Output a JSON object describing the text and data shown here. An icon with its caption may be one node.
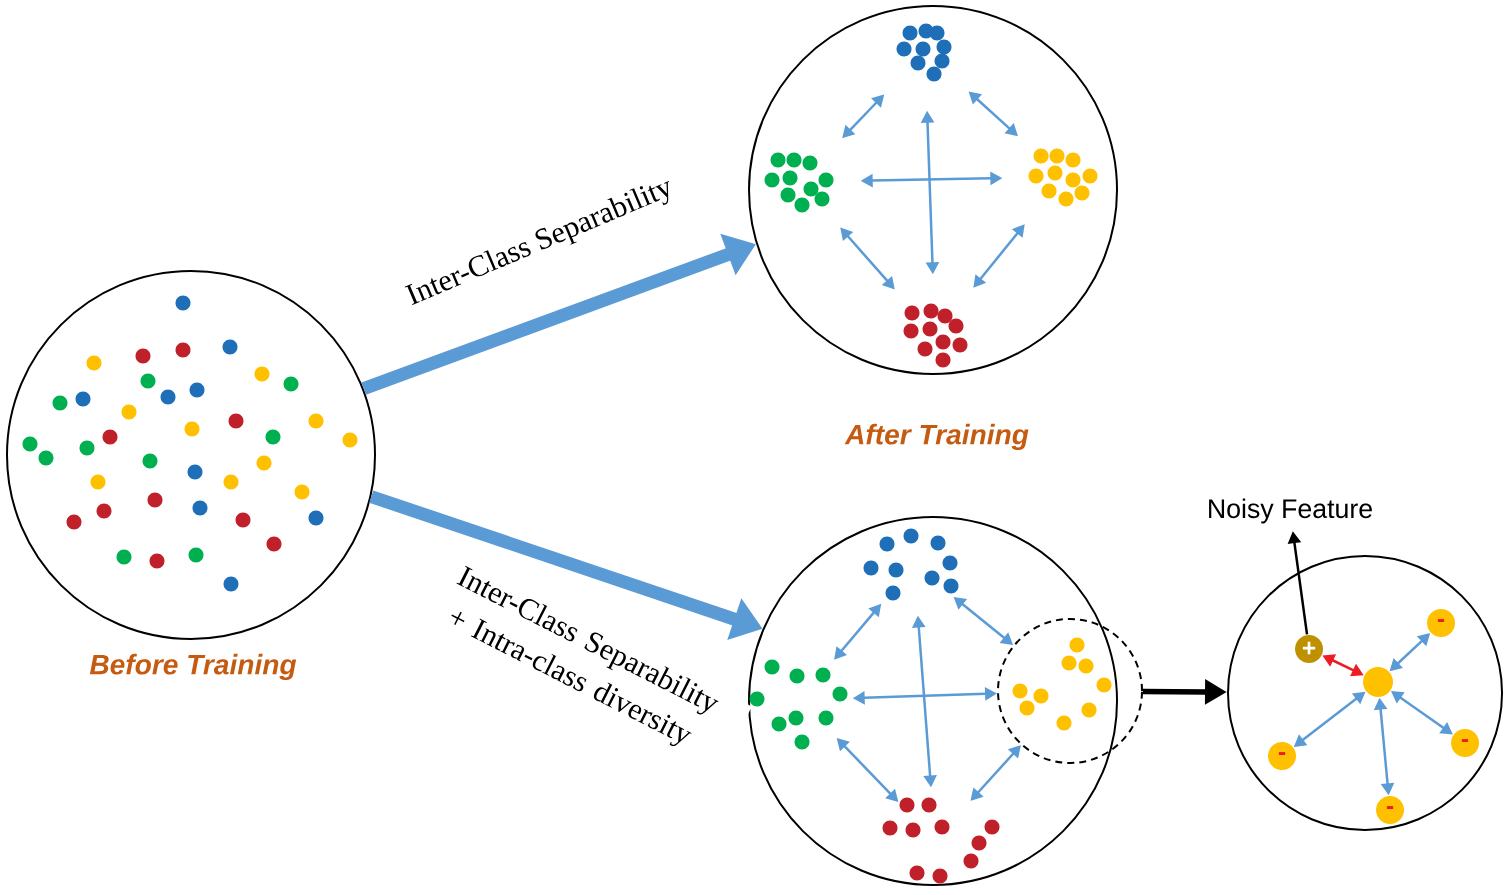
{
  "diagram": {
    "nodes": [
      {
        "text": [
          "Before Training"
        ]
      },
      {
        "text": [
          "After Training"
        ]
      },
      {
        "text": [],
        "shape": "picture",
        "in": 1
      },
      {
        "text": [],
        "shape": "picture",
        "in": 1
      },
      {
        "text": [],
        "shape": "picture",
        "in": 1
      },
      {
        "text": [],
        "shape": "picture",
        "in": 1
      },
      {
        "text": [],
        "shape": "circle"
      },
      {
        "text": [],
        "shape": "picture",
        "in": 6
      },
      {
        "text": [],
        "shape": "picture",
        "in": 6
      },
      {
        "text": [],
        "shape": "circle"
      },
      {
        "text": [],
        "shape": "picture",
        "in": 9
      },
      {
        "text": [],
        "shape": "picture",
        "in": 6
      },
      {
        "text": [],
        "shape": "circle"
      },
      {
        "text": [
          "Noisy Feature"
        ]
      },
      {
        "text": [
          "+"
        ],
        "in": 12
      },
      {
        "text": [],
        "shape": "circle",
        "in": 12
      },
      {
        "text": [
          "-"
        ],
        "in": 12
      },
      {
        "text": [
          "-"
        ],
        "in": 12
      },
      {
        "text": [
          "-"
        ],
        "in": 12
      },
      {
        "text": [
          "-"
        ],
        "in": 12
      }
    ],
    "edges": [
      {
        "from": 0,
        "to": 1,
        "arrow": "to",
        "label": "Inter-Class Separability",
        "style": "thick"
      },
      {
        "from": 0,
        "to": 6,
        "arrow": "to",
        "label": "Inter-Class Separability + Intra-class diversity",
        "style": "thick"
      },
      {
        "from": 2,
        "to": 3,
        "arrow": "both"
      },
      {
        "from": 2,
        "to": 4,
        "arrow": "both"
      },
      {
        "from": 3,
        "to": 5,
        "arrow": "both"
      },
      {
        "from": 4,
        "to": 5,
        "arrow": "both"
      },
      {
        "from": 3,
        "to": 4,
        "arrow": "both"
      },
      {
        "from": 2,
        "to": 5,
        "arrow": "both"
      },
      {
        "from": 7,
        "to": 8,
        "arrow": "both"
      },
      {
        "from": 7,
        "to": 9,
        "arrow": "both"
      },
      {
        "from": 8,
        "to": 11,
        "arrow": "both"
      },
      {
        "from": 11,
        "to": 9,
        "arrow": "both"
      },
      {
        "from": 8,
        "to": 9,
        "arrow": "both"
      },
      {
        "from": 7,
        "to": 11,
        "arrow": "both"
      },
      {
        "from": 9,
        "to": 12,
        "arrow": "to",
        "style": "thick",
        "color": "#000000"
      },
      {
        "from": 14,
        "to": 13,
        "arrow": "to",
        "color": "#000000"
      },
      {
        "from": 15,
        "to": 14,
        "arrow": "both",
        "color": "#ee1c25"
      },
      {
        "from": 15,
        "to": 16,
        "arrow": "both"
      },
      {
        "from": 15,
        "to": 17,
        "arrow": "both"
      },
      {
        "from": 15,
        "to": 18,
        "arrow": "both"
      },
      {
        "from": 15,
        "to": 19,
        "arrow": "both"
      }
    ]
  }
}
